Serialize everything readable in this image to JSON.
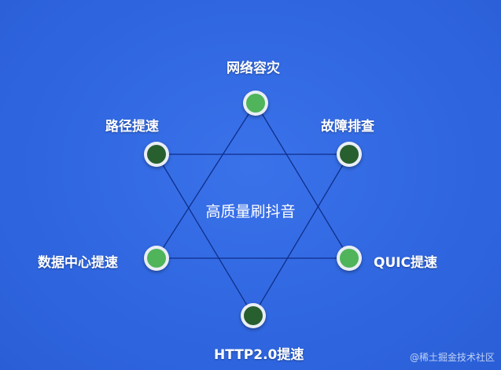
{
  "diagram": {
    "center_text": "高质量刷抖音",
    "nodes": [
      {
        "id": "top",
        "label": "网络容灾",
        "shade": "light"
      },
      {
        "id": "upper-left",
        "label": "路径提速",
        "shade": "dark"
      },
      {
        "id": "upper-right",
        "label": "故障排查",
        "shade": "dark"
      },
      {
        "id": "lower-left",
        "label": "数据中心提速",
        "shade": "light"
      },
      {
        "id": "lower-right",
        "label": "QUIC提速",
        "shade": "light"
      },
      {
        "id": "bottom",
        "label": "HTTP2.0提速",
        "shade": "dark"
      }
    ],
    "colors": {
      "background": "#2f66e0",
      "node_ring": "#e9eef5",
      "node_light": "#4fb45a",
      "node_dark": "#285f2f",
      "lines": "#0f2f8a"
    }
  },
  "watermark": "@稀土掘金技术社区"
}
